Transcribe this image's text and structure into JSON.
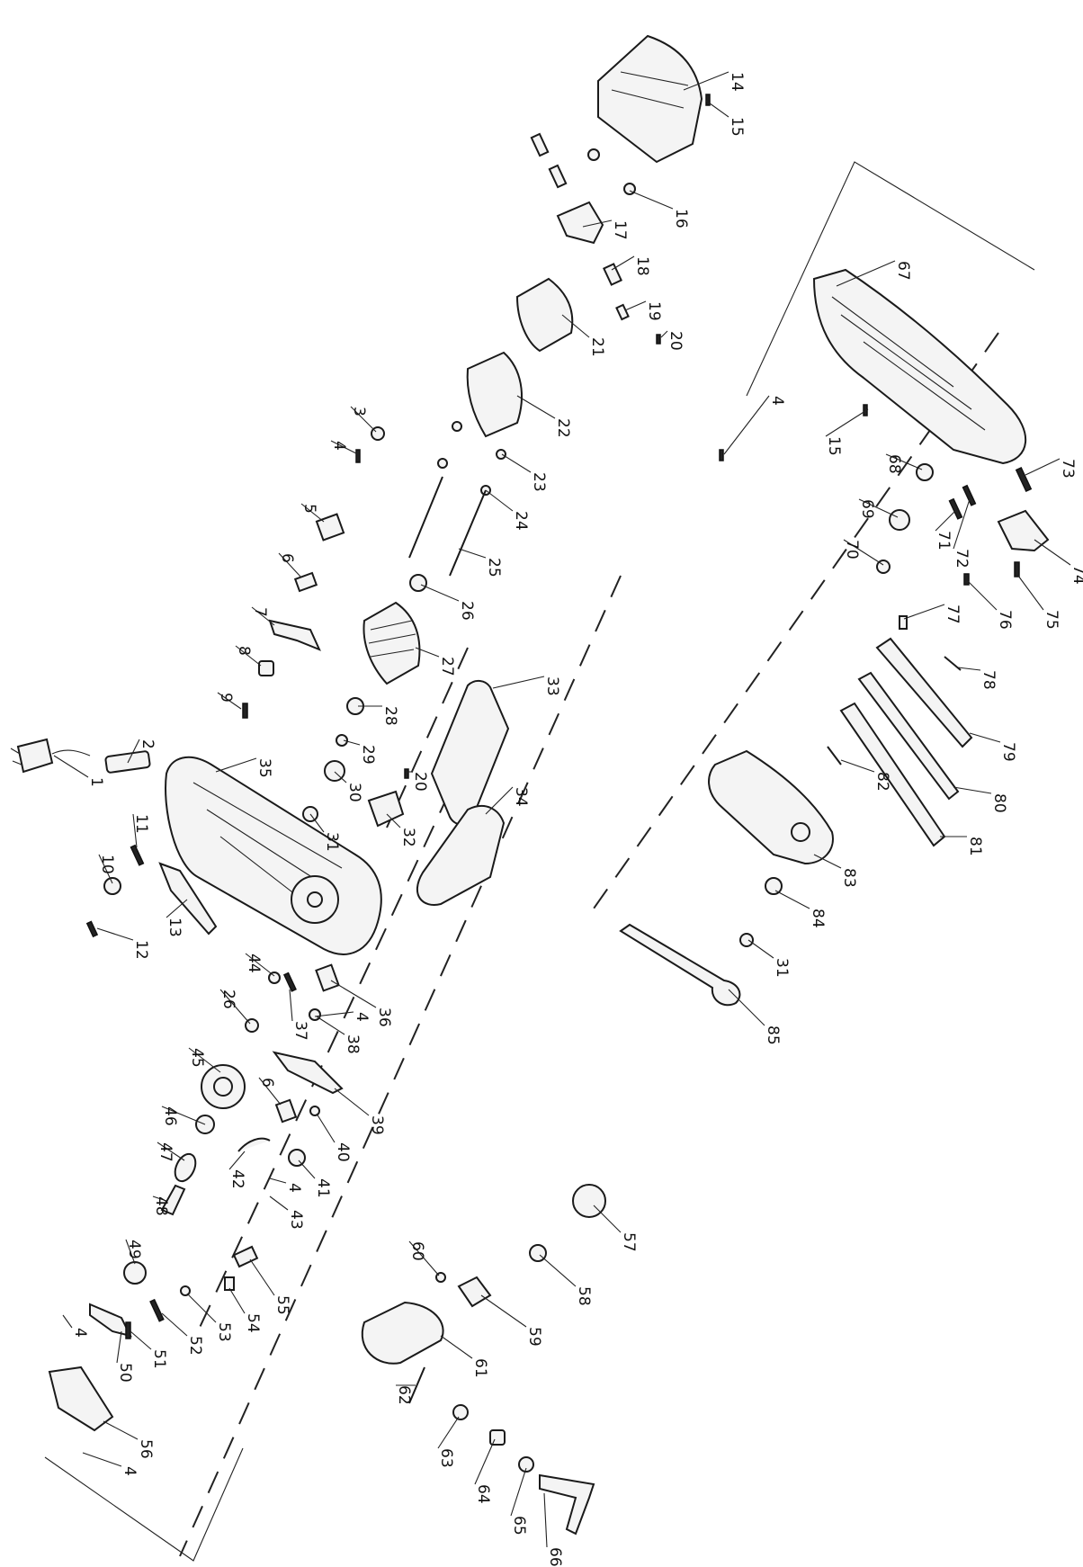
{
  "diagram": {
    "callouts": [
      {
        "id": "c1",
        "label": "1"
      },
      {
        "id": "c2",
        "label": "2"
      },
      {
        "id": "c3",
        "label": "3"
      },
      {
        "id": "c4a",
        "label": "4"
      },
      {
        "id": "c4b",
        "label": "4"
      },
      {
        "id": "c4c",
        "label": "4"
      },
      {
        "id": "c4d",
        "label": "4"
      },
      {
        "id": "c4e",
        "label": "4"
      },
      {
        "id": "c4f",
        "label": "4"
      },
      {
        "id": "c5",
        "label": "5"
      },
      {
        "id": "c6a",
        "label": "6"
      },
      {
        "id": "c6b",
        "label": "6"
      },
      {
        "id": "c7",
        "label": "7"
      },
      {
        "id": "c8",
        "label": "8"
      },
      {
        "id": "c9",
        "label": "9"
      },
      {
        "id": "c10",
        "label": "10"
      },
      {
        "id": "c11",
        "label": "11"
      },
      {
        "id": "c12",
        "label": "12"
      },
      {
        "id": "c13",
        "label": "13"
      },
      {
        "id": "c14",
        "label": "14"
      },
      {
        "id": "c15a",
        "label": "15"
      },
      {
        "id": "c15b",
        "label": "15"
      },
      {
        "id": "c16",
        "label": "16"
      },
      {
        "id": "c17",
        "label": "17"
      },
      {
        "id": "c18",
        "label": "18"
      },
      {
        "id": "c19",
        "label": "19"
      },
      {
        "id": "c20a",
        "label": "20"
      },
      {
        "id": "c20b",
        "label": "20"
      },
      {
        "id": "c21",
        "label": "21"
      },
      {
        "id": "c22",
        "label": "22"
      },
      {
        "id": "c23",
        "label": "23"
      },
      {
        "id": "c24",
        "label": "24"
      },
      {
        "id": "c25",
        "label": "25"
      },
      {
        "id": "c26a",
        "label": "26"
      },
      {
        "id": "c26b",
        "label": "26"
      },
      {
        "id": "c27",
        "label": "27"
      },
      {
        "id": "c28",
        "label": "28"
      },
      {
        "id": "c29",
        "label": "29"
      },
      {
        "id": "c30",
        "label": "30"
      },
      {
        "id": "c31a",
        "label": "31"
      },
      {
        "id": "c31b",
        "label": "31"
      },
      {
        "id": "c32",
        "label": "32"
      },
      {
        "id": "c33",
        "label": "33"
      },
      {
        "id": "c34",
        "label": "34"
      },
      {
        "id": "c35",
        "label": "35"
      },
      {
        "id": "c36",
        "label": "36"
      },
      {
        "id": "c37",
        "label": "37"
      },
      {
        "id": "c38",
        "label": "38"
      },
      {
        "id": "c39",
        "label": "39"
      },
      {
        "id": "c40",
        "label": "40"
      },
      {
        "id": "c41",
        "label": "41"
      },
      {
        "id": "c42",
        "label": "42"
      },
      {
        "id": "c43",
        "label": "43"
      },
      {
        "id": "c44",
        "label": "44"
      },
      {
        "id": "c45",
        "label": "45"
      },
      {
        "id": "c46",
        "label": "46"
      },
      {
        "id": "c47",
        "label": "47"
      },
      {
        "id": "c48",
        "label": "48"
      },
      {
        "id": "c49",
        "label": "49"
      },
      {
        "id": "c50",
        "label": "50"
      },
      {
        "id": "c51",
        "label": "51"
      },
      {
        "id": "c52",
        "label": "52"
      },
      {
        "id": "c53",
        "label": "53"
      },
      {
        "id": "c54",
        "label": "54"
      },
      {
        "id": "c55",
        "label": "55"
      },
      {
        "id": "c56",
        "label": "56"
      },
      {
        "id": "c57",
        "label": "57"
      },
      {
        "id": "c58",
        "label": "58"
      },
      {
        "id": "c59",
        "label": "59"
      },
      {
        "id": "c60",
        "label": "60"
      },
      {
        "id": "c61",
        "label": "61"
      },
      {
        "id": "c62",
        "label": "62"
      },
      {
        "id": "c63",
        "label": "63"
      },
      {
        "id": "c64",
        "label": "64"
      },
      {
        "id": "c65",
        "label": "65"
      },
      {
        "id": "c66",
        "label": "66"
      },
      {
        "id": "c67",
        "label": "67"
      },
      {
        "id": "c68",
        "label": "68"
      },
      {
        "id": "c69",
        "label": "69"
      },
      {
        "id": "c70",
        "label": "70"
      },
      {
        "id": "c71",
        "label": "71"
      },
      {
        "id": "c72",
        "label": "72"
      },
      {
        "id": "c73",
        "label": "73"
      },
      {
        "id": "c74",
        "label": "74"
      },
      {
        "id": "c75",
        "label": "75"
      },
      {
        "id": "c76",
        "label": "76"
      },
      {
        "id": "c77",
        "label": "77"
      },
      {
        "id": "c78",
        "label": "78"
      },
      {
        "id": "c79",
        "label": "79"
      },
      {
        "id": "c80",
        "label": "80"
      },
      {
        "id": "c81",
        "label": "81"
      },
      {
        "id": "c82",
        "label": "82"
      },
      {
        "id": "c83",
        "label": "83"
      },
      {
        "id": "c84",
        "label": "84"
      },
      {
        "id": "c85",
        "label": "85"
      }
    ]
  }
}
